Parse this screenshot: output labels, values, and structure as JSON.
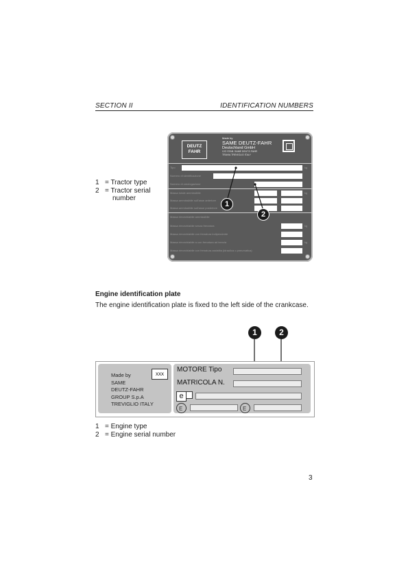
{
  "header": {
    "section": "SECTION II",
    "title": "IDENTIFICATION NUMBERS"
  },
  "tractor_plate": {
    "logo_line1": "DEUTZ",
    "logo_line2": "FAHR",
    "made_by": "Made by",
    "brand": "SAME DEUTZ-FAHR",
    "company": "Deutschland GmbH",
    "address1": "C/O STAB. SAME DEUTZ-FAHR",
    "address2": "TRAVIA  TREVIGLIO  ITALY",
    "rows": [
      "Tipo",
      "Numero di identificazione",
      "Numero di omologazione",
      "Massa totale ammissibile",
      "Massa ammissibile sull'asse anteriore",
      "Massa ammissibile sull'asse posteriore",
      "Massa rimorchiabile ammissibile",
      "Massa rimorchiabile senza frenatura",
      "Massa rimorchiabile con frenatura indipendente",
      "Massa rimorchiabile a con frenatura ad inerzia",
      "Massa rimorchiabile con frenatura assistita (idraulica o pneumatica)"
    ],
    "unit": "kg"
  },
  "tractor_legend": {
    "item1_num": "1",
    "item1_text": "= Tractor type",
    "item2_num": "2",
    "item2_text": "= Tractor serial",
    "item2_cont": "number"
  },
  "callouts": {
    "one": "1",
    "two": "2"
  },
  "engine_section": {
    "title": "Engine identification plate",
    "description": "The engine identification plate is fixed to the left side of the crankcase."
  },
  "engine_plate": {
    "made_lines": [
      "Made by",
      "SAME",
      "DEUTZ-FAHR",
      "GROUP S.p.A",
      "TREVIGLIO ITALY"
    ],
    "xxx": "xxx",
    "motore_label": "MOTORE Tipo",
    "matricola_label": "MATRICOLA N.",
    "e_mark": "e",
    "e_circle": "E"
  },
  "engine_legend": {
    "item1_num": "1",
    "item1_text": "= Engine type",
    "item2_num": "2",
    "item2_text": "= Engine serial number"
  },
  "page_number": "3"
}
